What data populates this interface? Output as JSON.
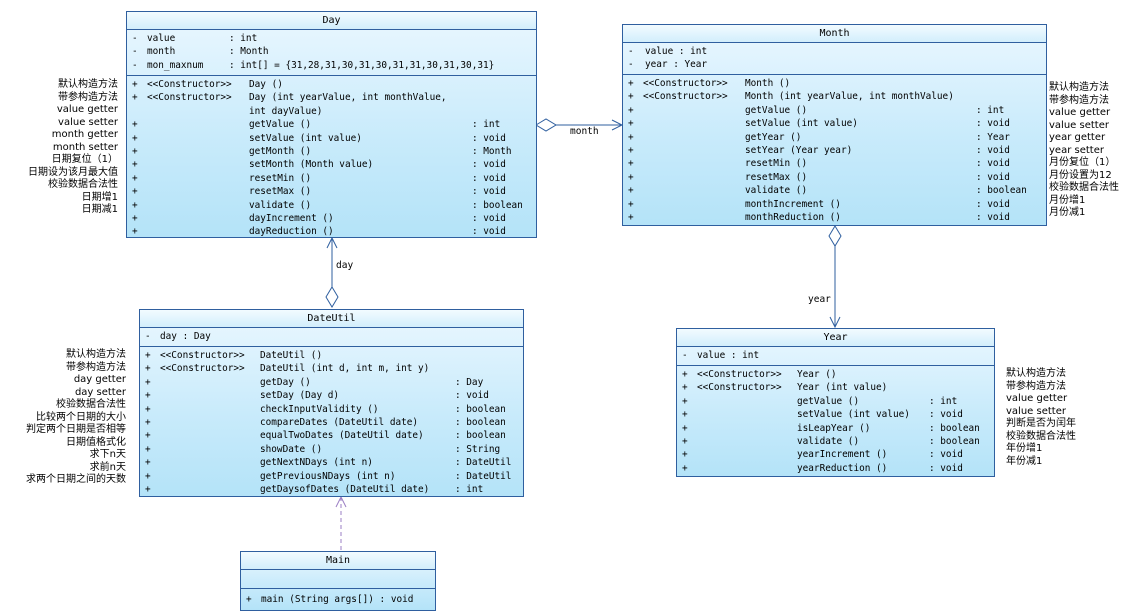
{
  "classes": {
    "day": {
      "name": "Day",
      "attrs": [
        {
          "vis": "-",
          "name": "value",
          "type": ": int"
        },
        {
          "vis": "-",
          "name": "month",
          "type": ": Month"
        },
        {
          "vis": "-",
          "name": "mon_maxnum",
          "type": ": int[]  = {31,28,31,30,31,30,31,31,30,31,30,31}"
        }
      ],
      "ops": [
        {
          "vis": "+",
          "stereo": "<<Constructor>>",
          "name": "Day ()",
          "type": ""
        },
        {
          "vis": "+",
          "stereo": "<<Constructor>>",
          "name": "Day (int yearValue, int monthValue,",
          "type": ""
        },
        {
          "vis": "",
          "stereo": "",
          "name": " int dayValue)",
          "type": ""
        },
        {
          "vis": "+",
          "stereo": "",
          "name": "getValue ()",
          "type": ": int"
        },
        {
          "vis": "+",
          "stereo": "",
          "name": "setValue (int value)",
          "type": ": void"
        },
        {
          "vis": "+",
          "stereo": "",
          "name": "getMonth ()",
          "type": ": Month"
        },
        {
          "vis": "+",
          "stereo": "",
          "name": "setMonth (Month value)",
          "type": ": void"
        },
        {
          "vis": "+",
          "stereo": "",
          "name": "resetMin ()",
          "type": ": void"
        },
        {
          "vis": "+",
          "stereo": "",
          "name": "resetMax ()",
          "type": ": void"
        },
        {
          "vis": "+",
          "stereo": "",
          "name": "validate ()",
          "type": ": boolean"
        },
        {
          "vis": "+",
          "stereo": "",
          "name": "dayIncrement  ()",
          "type": ": void"
        },
        {
          "vis": "+",
          "stereo": "",
          "name": "dayReduction  ()",
          "type": ": void"
        }
      ]
    },
    "month": {
      "name": "Month",
      "attrs": [
        {
          "vis": "-",
          "name": "value  : int",
          "type": ""
        },
        {
          "vis": "-",
          "name": "year   : Year",
          "type": ""
        }
      ],
      "ops": [
        {
          "vis": "+",
          "stereo": "<<Constructor>>",
          "name": "Month ()",
          "type": ""
        },
        {
          "vis": "+",
          "stereo": "<<Constructor>>",
          "name": "Month (int yearValue, int monthValue)",
          "type": ""
        },
        {
          "vis": "+",
          "stereo": "",
          "name": "getValue ()",
          "type": ": int"
        },
        {
          "vis": "+",
          "stereo": "",
          "name": "setValue (int value)",
          "type": ": void"
        },
        {
          "vis": "+",
          "stereo": "",
          "name": "getYear  ()",
          "type": ": Year"
        },
        {
          "vis": "+",
          "stereo": "",
          "name": "setYear  (Year year)",
          "type": ": void"
        },
        {
          "vis": "+",
          "stereo": "",
          "name": "resetMin ()",
          "type": ": void"
        },
        {
          "vis": "+",
          "stereo": "",
          "name": "resetMax ()",
          "type": ": void"
        },
        {
          "vis": "+",
          "stereo": "",
          "name": "validate ()",
          "type": ": boolean"
        },
        {
          "vis": "+",
          "stereo": "",
          "name": "monthIncrement  ()",
          "type": ": void"
        },
        {
          "vis": "+",
          "stereo": "",
          "name": "monthReduction  ()",
          "type": ": void"
        }
      ]
    },
    "dateutil": {
      "name": "DateUtil",
      "attrs": [
        {
          "vis": "-",
          "name": "day   : Day",
          "type": ""
        }
      ],
      "ops": [
        {
          "vis": "+",
          "stereo": "<<Constructor>>",
          "name": "DateUtil ()",
          "type": ""
        },
        {
          "vis": "+",
          "stereo": "<<Constructor>>",
          "name": "DateUtil (int d, int m, int y)",
          "type": ""
        },
        {
          "vis": "+",
          "stereo": "",
          "name": "getDay ()",
          "type": ": Day"
        },
        {
          "vis": "+",
          "stereo": "",
          "name": "setDay (Day d)",
          "type": ": void"
        },
        {
          "vis": "+",
          "stereo": "",
          "name": "checkInputValidity ()",
          "type": ": boolean"
        },
        {
          "vis": "+",
          "stereo": "",
          "name": "compareDates (DateUtil date)",
          "type": ": boolean"
        },
        {
          "vis": "+",
          "stereo": "",
          "name": "equalTwoDates (DateUtil date)",
          "type": ": boolean"
        },
        {
          "vis": "+",
          "stereo": "",
          "name": "showDate ()",
          "type": ": String"
        },
        {
          "vis": "+",
          "stereo": "",
          "name": "getNextNDays (int n)",
          "type": ": DateUtil"
        },
        {
          "vis": "+",
          "stereo": "",
          "name": "getPreviousNDays (int n)",
          "type": ": DateUtil"
        },
        {
          "vis": "+",
          "stereo": "",
          "name": "getDaysofDates (DateUtil date)",
          "type": ": int"
        }
      ]
    },
    "year": {
      "name": "Year",
      "attrs": [
        {
          "vis": "-",
          "name": "value  : int",
          "type": ""
        }
      ],
      "ops": [
        {
          "vis": "+",
          "stereo": "<<Constructor>>",
          "name": "Year ()",
          "type": ""
        },
        {
          "vis": "+",
          "stereo": "<<Constructor>>",
          "name": "Year (int value)",
          "type": ""
        },
        {
          "vis": "+",
          "stereo": "",
          "name": "getValue ()",
          "type": ": int"
        },
        {
          "vis": "+",
          "stereo": "",
          "name": "setValue (int value)",
          "type": ": void"
        },
        {
          "vis": "+",
          "stereo": "",
          "name": "isLeapYear  ()",
          "type": ": boolean"
        },
        {
          "vis": "+",
          "stereo": "",
          "name": "validate ()",
          "type": ": boolean"
        },
        {
          "vis": "+",
          "stereo": "",
          "name": "yearIncrement  ()",
          "type": ": void"
        },
        {
          "vis": "+",
          "stereo": "",
          "name": "yearReduction  ()",
          "type": ": void"
        }
      ]
    },
    "main": {
      "name": "Main",
      "attrs": [],
      "ops": [
        {
          "vis": "+",
          "stereo": "",
          "name": "main (String args[])  : void",
          "type": ""
        }
      ]
    }
  },
  "notes": {
    "day": [
      "默认构造方法",
      "带参构造方法",
      "value getter",
      "value setter",
      "month getter",
      "month setter",
      "日期复位（1）",
      "日期设为该月最大值",
      "校验数据合法性",
      "日期增1",
      "日期减1"
    ],
    "month": [
      "默认构造方法",
      "带参构造方法",
      "value getter",
      "value setter",
      "year getter",
      "year setter",
      "月份复位（1）",
      "月份设置为12",
      "校验数据合法性",
      "月份增1",
      "月份减1"
    ],
    "dateutil": [
      "默认构造方法",
      "带参构造方法",
      "day getter",
      "day setter",
      "校验数据合法性",
      "比较两个日期的大小",
      "判定两个日期是否相等",
      "日期值格式化",
      "求下n天",
      "求前n天",
      "求两个日期之间的天数"
    ],
    "year": [
      "默认构造方法",
      "带参构造方法",
      "value getter",
      "value setter",
      "判断是否为闰年",
      "校验数据合法性",
      "年份增1",
      "年份减1"
    ]
  },
  "associations": {
    "day_month": "month",
    "dateutil_day": "day",
    "month_year": "year"
  },
  "colors": {
    "border": "#2f5f9f",
    "fill_top": "#eaf7ff",
    "fill_bottom": "#b4e3f8",
    "association": "#2f5f9f",
    "dependency": "#9b7fc4"
  }
}
